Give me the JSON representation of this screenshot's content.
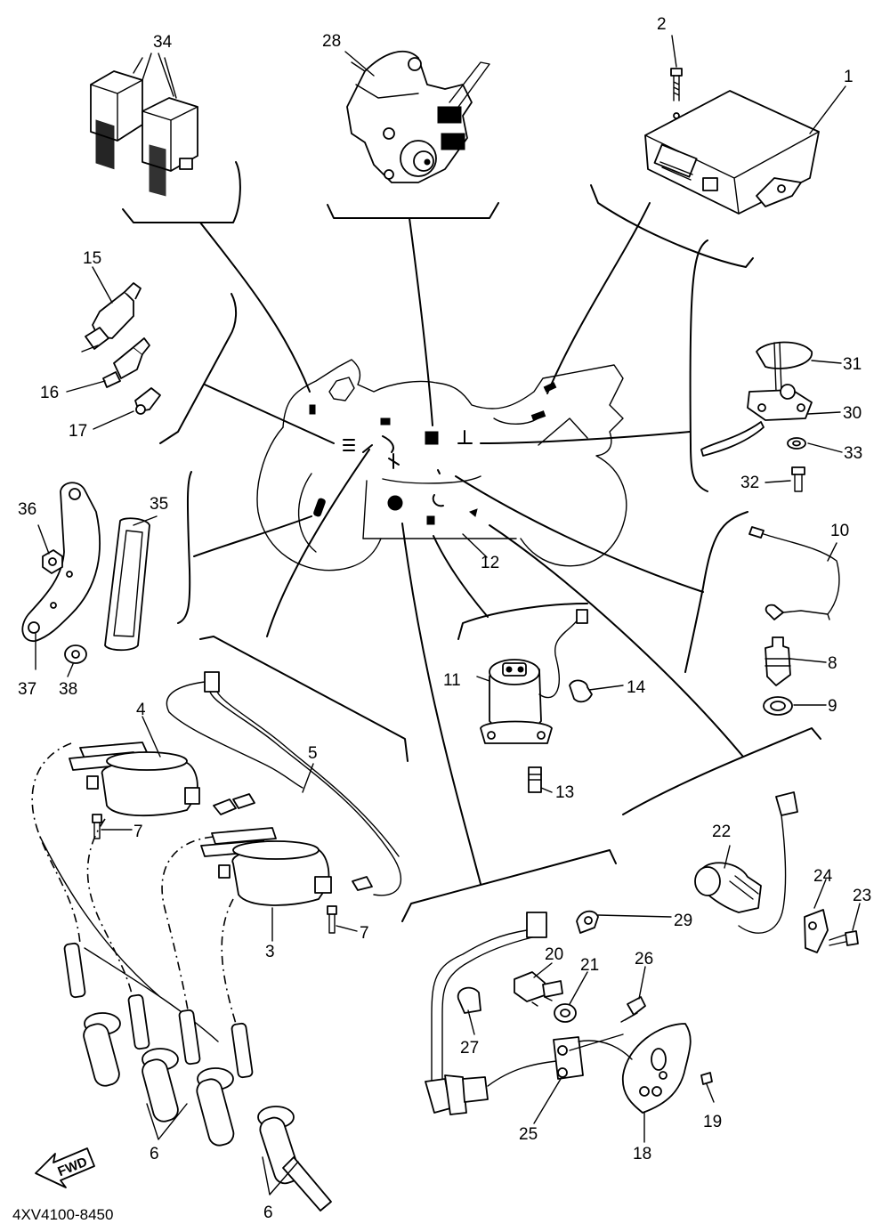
{
  "diagram_code": "4XV4100-8450",
  "fwd_label": "FWD",
  "callouts": [
    "1",
    "2",
    "3",
    "4",
    "5",
    "6",
    "6",
    "7",
    "7",
    "8",
    "9",
    "10",
    "11",
    "12",
    "13",
    "14",
    "15",
    "16",
    "17",
    "18",
    "19",
    "20",
    "21",
    "22",
    "23",
    "24",
    "25",
    "26",
    "27",
    "28",
    "29",
    "30",
    "31",
    "32",
    "33",
    "34",
    "35",
    "36",
    "37",
    "38"
  ]
}
